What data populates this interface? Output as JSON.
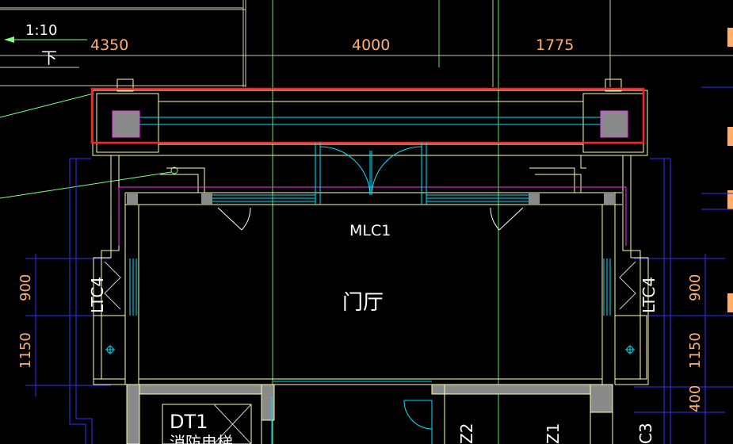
{
  "colors": {
    "background": "#000000",
    "wall": "#ffffb0",
    "axis": "#7fff7f",
    "window": "#00e5ff",
    "outline": "#3030ff",
    "magenta": "#ff30ff",
    "dimension": "#ffb070",
    "selection": "#ff2020",
    "white": "#ffffff"
  },
  "scale_label": "1:10",
  "slope_label": "下",
  "dimensions": {
    "top_1": "4350",
    "top_2": "4000",
    "top_3": "1775",
    "left_1": "900",
    "left_2": "1150",
    "right_1": "900",
    "right_2": "1150",
    "right_3": "400"
  },
  "labels": {
    "door": "MLC1",
    "room": "门厅",
    "window_left": "LTC4",
    "window_right": "LTC4",
    "elevator": "DT1",
    "elevator_desc": "消防电梯",
    "stair_tag": "Z2",
    "stair_tag_2": "Z1",
    "right_tag": "C3"
  }
}
